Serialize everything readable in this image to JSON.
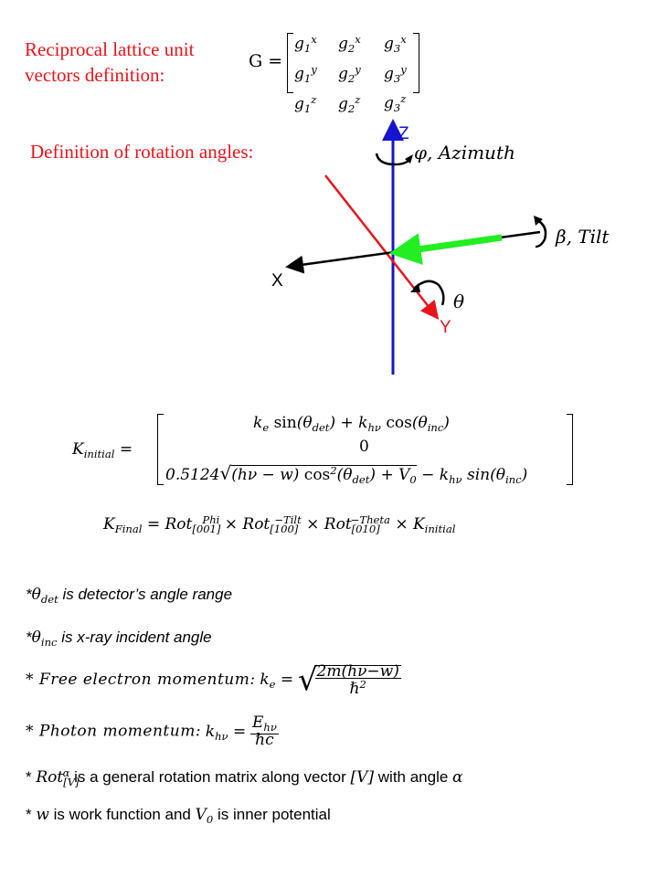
{
  "lattice": {
    "title_line1": "Reciprocal lattice unit",
    "title_line2": "vectors definition:",
    "matrix_lhs": "G =",
    "matrix": [
      [
        "g1x",
        "g2x",
        "g3x"
      ],
      [
        "g1y",
        "g2y",
        "g3y"
      ],
      [
        "g1z",
        "g2z",
        "g3z"
      ]
    ]
  },
  "rotation": {
    "title": "Definition of rotation angles:",
    "axis_z": "Z",
    "axis_x": "X",
    "axis_y": "Y",
    "phi_label": "φ, Azimuth",
    "beta_label": "β, Tilt",
    "theta_label": "θ",
    "colors": {
      "z_axis": "#1515d0",
      "y_axis": "#e8141b",
      "x_axis": "#000000",
      "beam": "#22ee22"
    }
  },
  "formulas": {
    "k_initial_lhs": "K_initial =",
    "row1": "k_e sin(θ_det) + k_hν cos(θ_inc)",
    "row2": "0",
    "row3": "0.5124√((hν − w) cos²(θ_det) + V₀) − k_hν sin(θ_inc)",
    "k_final": "K_Final = Rot[001]^Phi × Rot[100]^−Tilt × Rot[010]^−Theta × K_initial"
  },
  "notes": {
    "n1_text": " is detector’s angle range",
    "n2_text": " is x-ray incident angle",
    "n3_label": "* Free electron momentum:",
    "n4_label": "* Photon momentum:",
    "n5_text": " is a general rotation matrix along vector ",
    "n5_text2": " with angle ",
    "n6_star": "* ",
    "n6_text1": " is work function and ",
    "n6_text2": " is inner potential"
  }
}
